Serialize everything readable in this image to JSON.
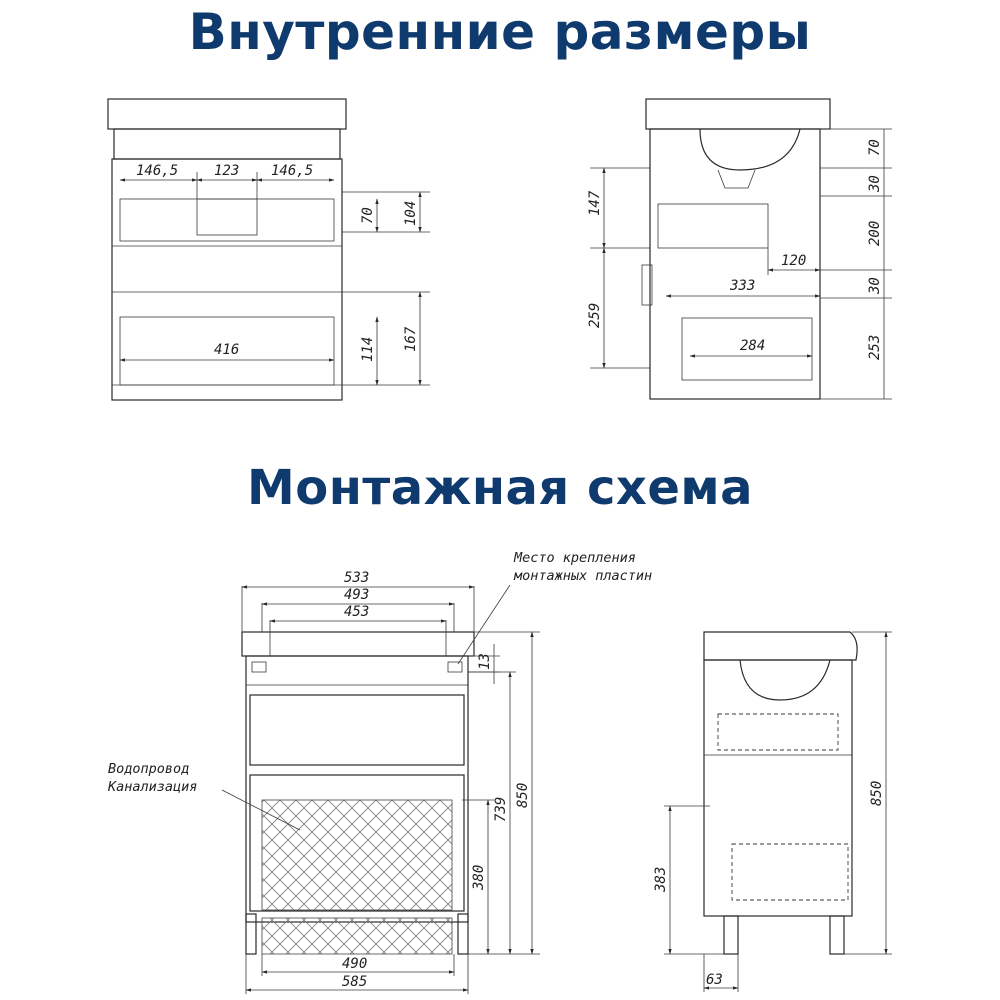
{
  "sections": {
    "inner_title": "Внутренние размеры",
    "mount_title": "Монтажная схема"
  },
  "front_inner": {
    "d_146_5_left": "146,5",
    "d_123": "123",
    "d_146_5_right": "146,5",
    "d_70": "70",
    "d_104": "104",
    "d_416": "416",
    "d_114": "114",
    "d_167": "167"
  },
  "side_inner": {
    "d_147": "147",
    "d_259": "259",
    "d_120": "120",
    "d_333": "333",
    "d_284": "284",
    "d_70": "70",
    "d_30_top": "30",
    "d_200": "200",
    "d_30_mid": "30",
    "d_253": "253"
  },
  "front_mount": {
    "note_line1": "Место крепления",
    "note_line2": "монтажных пластин",
    "pipes_line1": "Водопровод",
    "pipes_line2": "Канализация",
    "d_533": "533",
    "d_493": "493",
    "d_453": "453",
    "d_13": "13",
    "d_850": "850",
    "d_739": "739",
    "d_380": "380",
    "d_490": "490",
    "d_585": "585"
  },
  "side_mount": {
    "d_850": "850",
    "d_383": "383",
    "d_63": "63"
  }
}
